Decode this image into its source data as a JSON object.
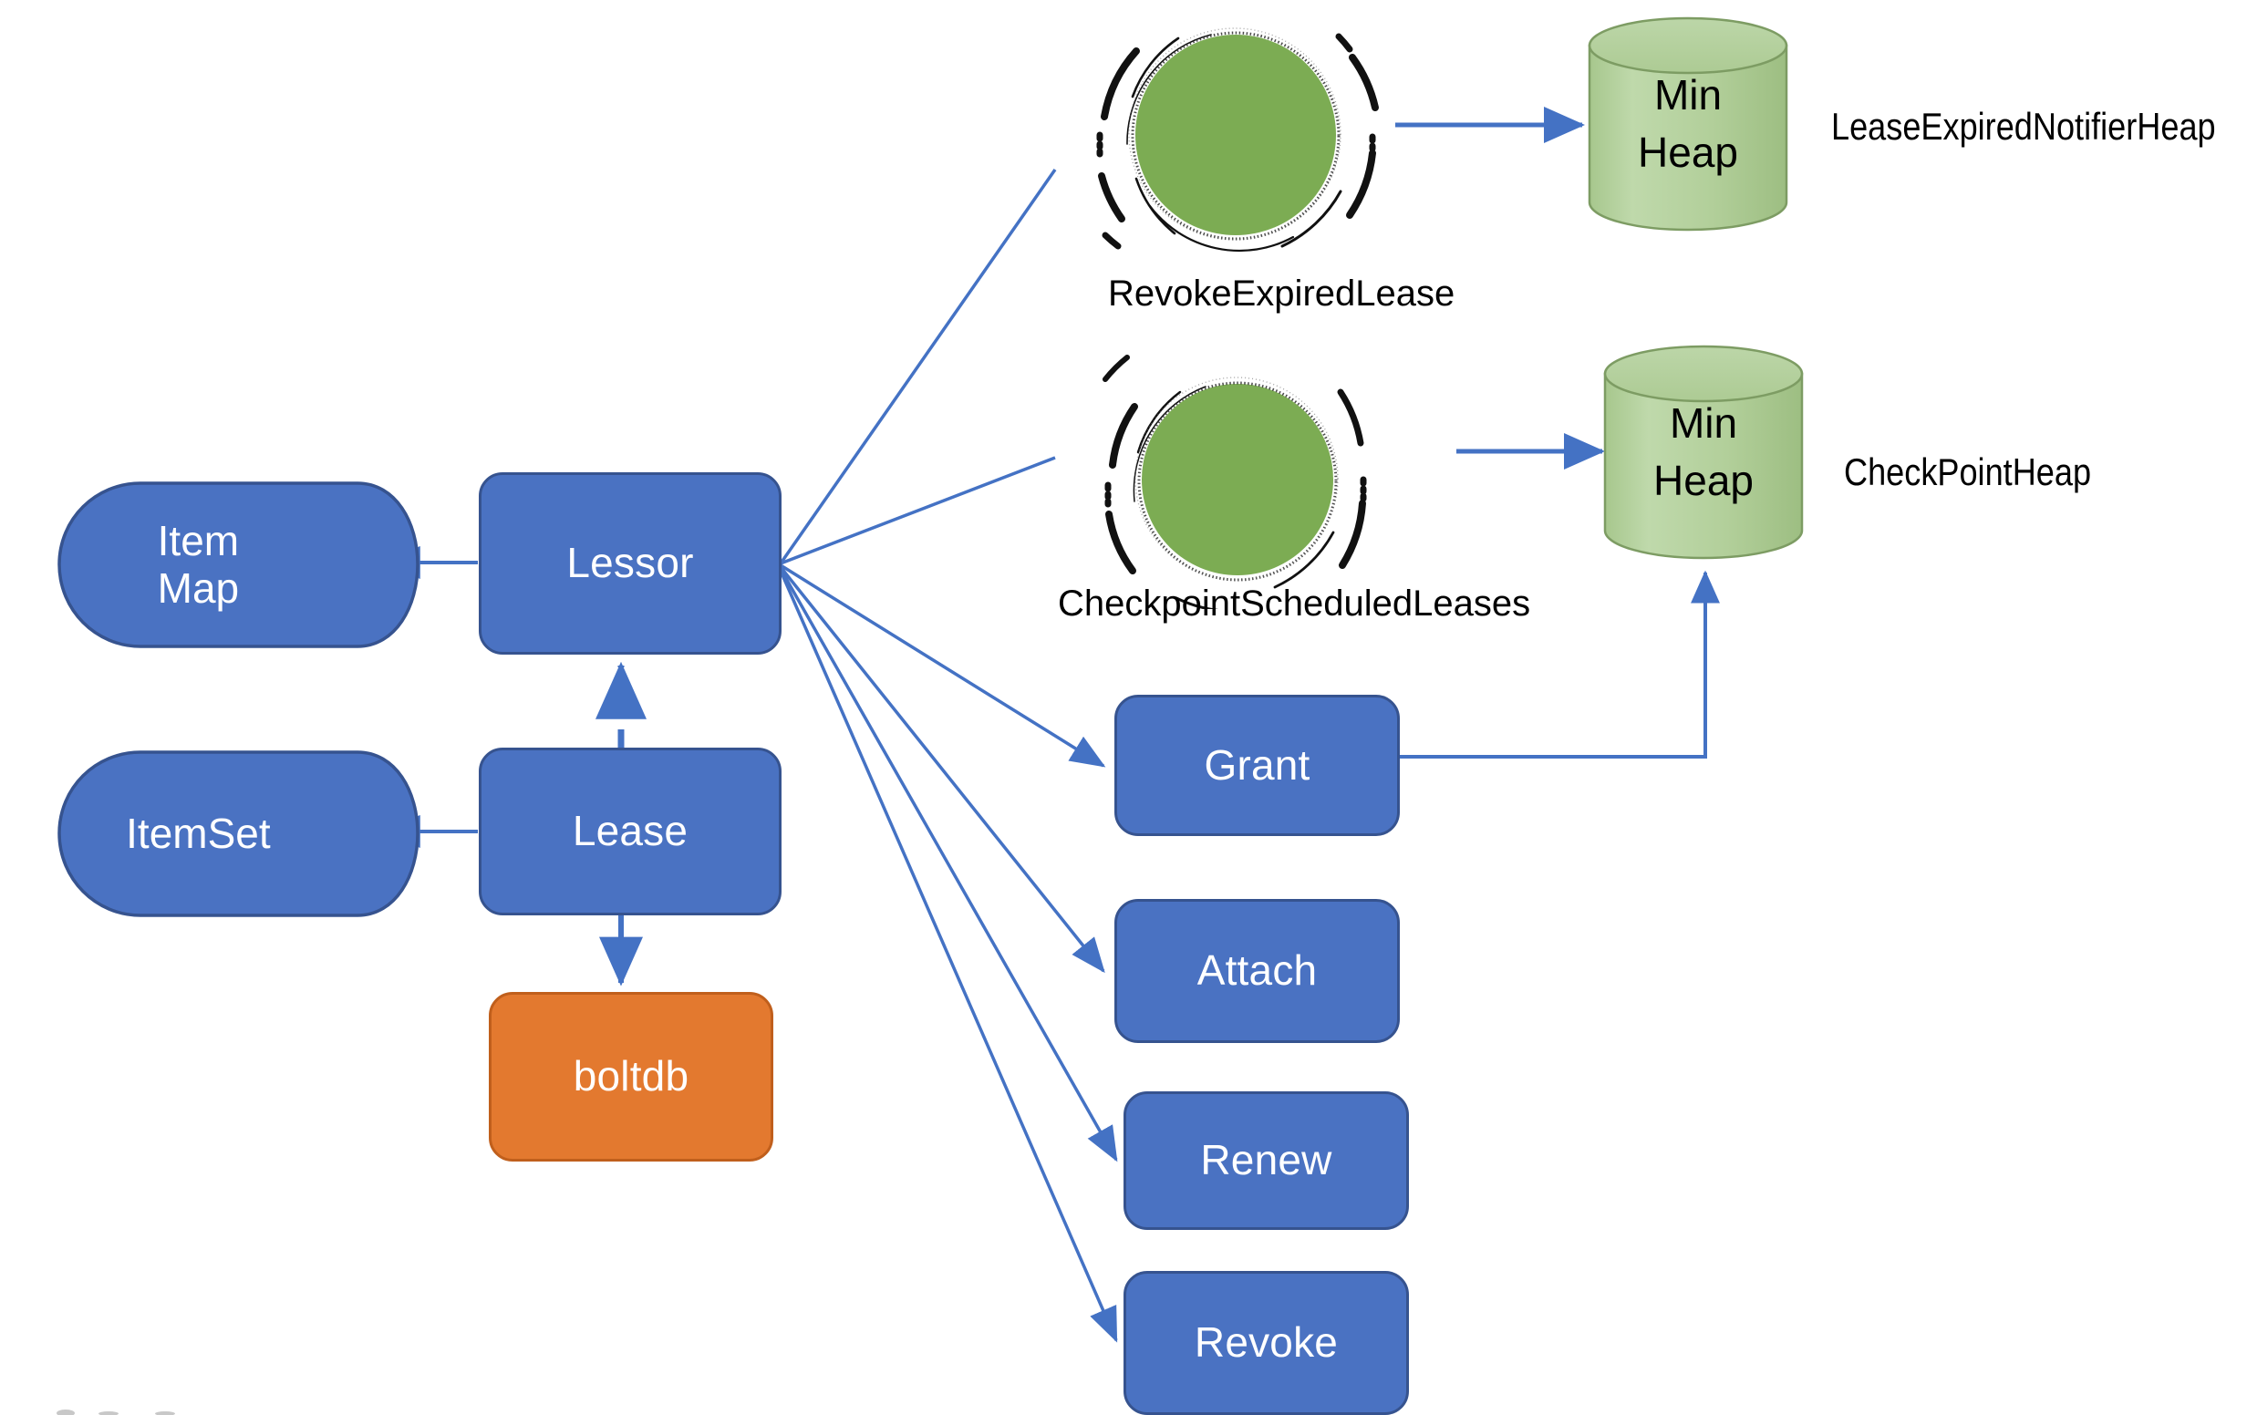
{
  "diagram": {
    "title": "etcd Lessor / Lease architecture",
    "colors": {
      "blue_fill": "#4a72c2",
      "blue_stroke": "#36538f",
      "orange_fill": "#e3792f",
      "orange_stroke": "#c05f1c",
      "cylinder_fill": "#b2cf9a",
      "cylinder_stroke": "#7d9c63",
      "circle_fill": "#7cac53",
      "edge_color": "#4472c4",
      "sketch_color": "#1a1a1a",
      "text_light": "#ffffff",
      "text_dark": "#000000"
    }
  },
  "nodes": {
    "item_map": {
      "label": "Item\nMap",
      "line1": "Item",
      "line2": "Map"
    },
    "item_set": {
      "label": "ItemSet"
    },
    "lessor": {
      "label": "Lessor"
    },
    "lease": {
      "label": "Lease"
    },
    "boltdb": {
      "label": "boltdb"
    },
    "grant": {
      "label": "Grant"
    },
    "attach": {
      "label": "Attach"
    },
    "renew": {
      "label": "Renew"
    },
    "revoke": {
      "label": "Revoke"
    },
    "revoke_expired_lease": {
      "label": "RevokeExpiredLease"
    },
    "checkpoint_scheduled_leases": {
      "label": "CheckpointScheduledLeases"
    },
    "lease_expired_notifier_heap": {
      "heap_line1": "Min",
      "heap_line2": "Heap",
      "caption": "LeaseExpiredNotifierHeap"
    },
    "checkpoint_heap": {
      "heap_line1": "Min",
      "heap_line2": "Heap",
      "caption": "CheckPointHeap"
    }
  },
  "edges": [
    {
      "from": "lessor",
      "to": "item_map",
      "style": "solid-arrow"
    },
    {
      "from": "lease",
      "to": "item_set",
      "style": "solid-arrow"
    },
    {
      "from": "lease",
      "to": "lessor",
      "style": "dash-dot-arrow"
    },
    {
      "from": "lease",
      "to": "boltdb",
      "style": "solid-arrow"
    },
    {
      "from": "lessor",
      "to": "revoke_expired_lease",
      "style": "plain-line"
    },
    {
      "from": "lessor",
      "to": "checkpoint_scheduled_leases",
      "style": "plain-line"
    },
    {
      "from": "lessor",
      "to": "grant",
      "style": "solid-arrow"
    },
    {
      "from": "lessor",
      "to": "attach",
      "style": "solid-arrow"
    },
    {
      "from": "lessor",
      "to": "renew",
      "style": "solid-arrow"
    },
    {
      "from": "lessor",
      "to": "revoke",
      "style": "solid-arrow"
    },
    {
      "from": "revoke_expired_lease",
      "to": "lease_expired_notifier_heap",
      "style": "solid-arrow"
    },
    {
      "from": "checkpoint_scheduled_leases",
      "to": "checkpoint_heap",
      "style": "solid-arrow"
    },
    {
      "from": "grant",
      "to": "checkpoint_heap",
      "style": "elbow-arrow"
    }
  ]
}
